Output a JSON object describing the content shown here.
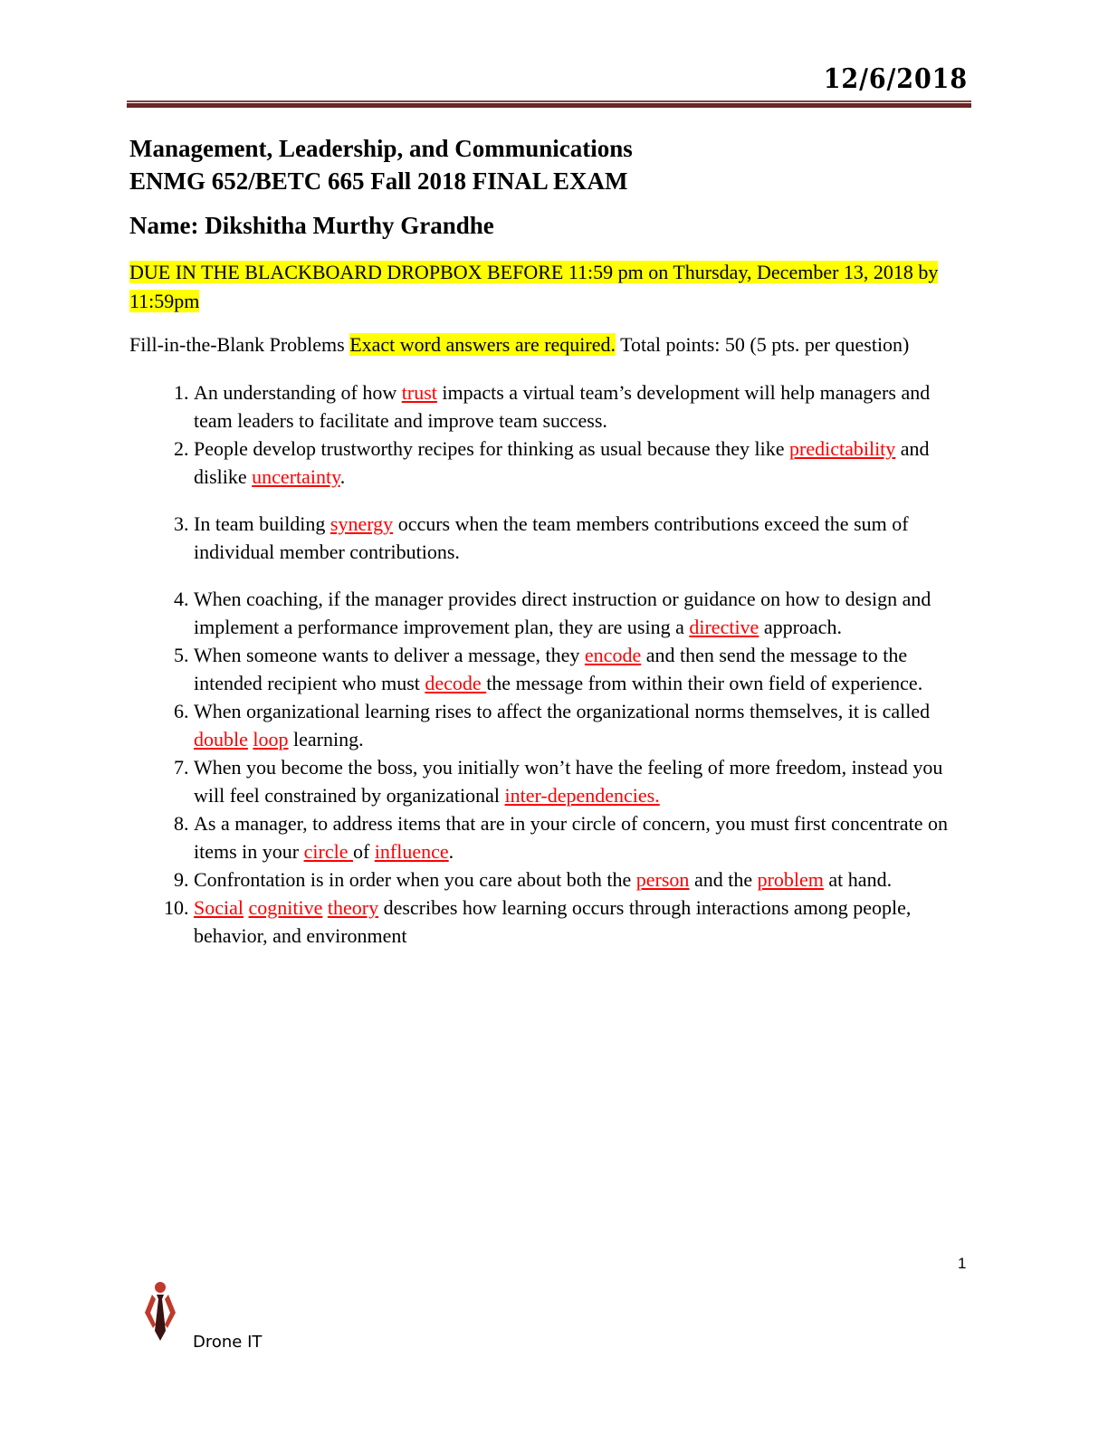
{
  "header": {
    "date": "12/6/2018"
  },
  "title_line1": "Management, Leadership, and Communications",
  "title_line2": "ENMG 652/BETC 665 Fall 2018 FINAL EXAM",
  "name_line": "Name: Dikshitha Murthy Grandhe",
  "due_notice": "DUE IN THE BLACKBOARD DROPBOX BEFORE 11:59 pm on Thursday, December 13, 2018 by 11:59pm",
  "intro": {
    "prefix": "Fill-in-the-Blank Problems ",
    "highlight": "Exact word answers are required.",
    "suffix": " Total points: 50 (5 pts. per question)"
  },
  "questions": [
    [
      {
        "t": "An understanding of how "
      },
      {
        "t": "trust",
        "a": true
      },
      {
        "t": " impacts a virtual team’s development will help managers and team leaders to facilitate and improve team success."
      }
    ],
    [
      {
        "t": "People develop trustworthy recipes for thinking as usual because they like "
      },
      {
        "t": "predictability",
        "a": true
      },
      {
        "t": " and dislike "
      },
      {
        "t": "uncertainty",
        "a": true
      },
      {
        "t": "."
      }
    ],
    [
      {
        "t": "In team building "
      },
      {
        "t": "synergy",
        "a": true
      },
      {
        "t": " occurs when the team members contributions exceed the sum of individual member contributions."
      }
    ],
    [
      {
        "t": "When coaching, if the manager provides direct instruction or guidance on how to design and implement a performance improvement plan, they are using a "
      },
      {
        "t": "directive",
        "a": true
      },
      {
        "t": " approach."
      }
    ],
    [
      {
        "t": "When someone wants to deliver a message, they "
      },
      {
        "t": "encode",
        "a": true
      },
      {
        "t": " and then send the message to the intended recipient who must "
      },
      {
        "t": "decode ",
        "a": true
      },
      {
        "t": "the message from within their own field of experience."
      }
    ],
    [
      {
        "t": "When organizational learning rises to affect the organizational norms themselves, it is called "
      },
      {
        "t": "double",
        "a": true
      },
      {
        "t": " "
      },
      {
        "t": "loop",
        "a": true
      },
      {
        "t": " learning."
      }
    ],
    [
      {
        "t": "When you become the boss, you initially won’t have the feeling of more freedom, instead you will feel constrained by organizational "
      },
      {
        "t": "inter-dependencies.",
        "a": true
      }
    ],
    [
      {
        "t": "As a manager, to address items that are in your circle of concern, you must first concentrate on items in your "
      },
      {
        "t": "circle ",
        "a": true
      },
      {
        "t": "of "
      },
      {
        "t": "influence",
        "a": true
      },
      {
        "t": "."
      }
    ],
    [
      {
        "t": "Confrontation is in order when you care about both the "
      },
      {
        "t": "person",
        "a": true
      },
      {
        "t": " and the "
      },
      {
        "t": "problem",
        "a": true
      },
      {
        "t": " at hand."
      }
    ],
    [
      {
        "t": "Social",
        "a": true
      },
      {
        "t": " "
      },
      {
        "t": "cognitive",
        "a": true
      },
      {
        "t": " "
      },
      {
        "t": "theory",
        "a": true
      },
      {
        "t": " describes how learning occurs through interactions among people, behavior, and environment"
      }
    ]
  ],
  "footer": {
    "page_number": "1",
    "brand": "Drone IT"
  },
  "colors": {
    "answer": "#ff0000",
    "highlight": "#ffff00",
    "rule": "#6b2424"
  }
}
